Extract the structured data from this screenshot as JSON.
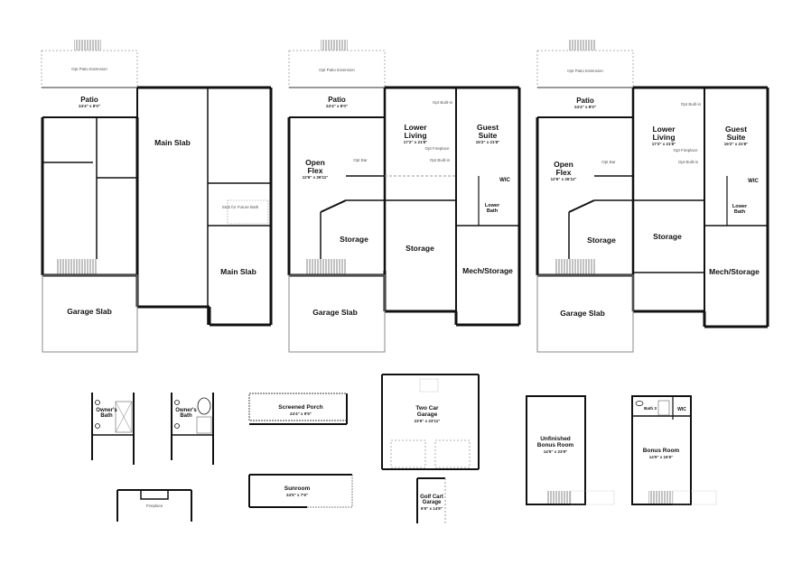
{
  "plans": {
    "plan_a": {
      "opt_patio_extension": "Opt Patio Extension",
      "patio": {
        "name": "Patio",
        "dim": "24'4\" x 8'0\""
      },
      "main_slab_upper": {
        "name": "Main Slab"
      },
      "main_slab_lower": {
        "name": "Main Slab"
      },
      "future_bath": "Stub for Future Bath",
      "garage_slab": {
        "name": "Garage Slab"
      }
    },
    "plan_b": {
      "opt_patio_extension": "Opt Patio Extension",
      "patio": {
        "name": "Patio",
        "dim": "24'4\" x 8'0\""
      },
      "lower_living": {
        "name_line1": "Lower",
        "name_line2": "Living",
        "dim": "17'2\" x 21'8\""
      },
      "guest_suite": {
        "name_line1": "Guest",
        "name_line2": "Suite",
        "dim": "15'2\" x 21'8\""
      },
      "open_flex": {
        "name_line1": "Open",
        "name_line2": "Flex",
        "dim": "12'6\" x 26'11\""
      },
      "opt_builtin_top": "Opt Built-in",
      "opt_fireplace": "Opt Fireplace",
      "opt_builtin_bottom": "Opt Built-in",
      "opt_bar": "Opt Bar",
      "wic": "WIC",
      "lower_bath": {
        "name_line1": "Lower",
        "name_line2": "Bath"
      },
      "storage_left": {
        "name": "Storage"
      },
      "storage_center": {
        "name": "Storage"
      },
      "mech_storage": {
        "name": "Mech/Storage"
      },
      "garage_slab": {
        "name": "Garage Slab"
      }
    },
    "plan_c": {
      "opt_patio_extension": "Opt Patio Extension",
      "patio": {
        "name": "Patio",
        "dim": "24'4\" x 8'0\""
      },
      "lower_living": {
        "name_line1": "Lower",
        "name_line2": "Living",
        "dim": "17'2\" x 21'8\""
      },
      "guest_suite": {
        "name_line1": "Guest",
        "name_line2": "Suite",
        "dim": "15'2\" x 21'8\""
      },
      "open_flex": {
        "name_line1": "Open",
        "name_line2": "Flex",
        "dim": "12'6\" x 26'11\""
      },
      "opt_builtin_top": "Opt Built-in",
      "opt_fireplace": "Opt Fireplace",
      "opt_builtin_bottom": "Opt Built-in",
      "opt_bar": "Opt Bar",
      "wic": "WIC",
      "lower_bath": {
        "name_line1": "Lower",
        "name_line2": "Bath"
      },
      "storage_left": {
        "name": "Storage"
      },
      "storage_center": {
        "name": "Storage"
      },
      "mech_storage": {
        "name": "Mech/Storage"
      },
      "garage_slab": {
        "name": "Garage Slab"
      }
    }
  },
  "options": {
    "owners_bath_1": {
      "name_line1": "Owner's",
      "name_line2": "Bath"
    },
    "owners_bath_2": {
      "name_line1": "Owner's",
      "name_line2": "Bath"
    },
    "fireplace": "Fireplace",
    "screened_porch": {
      "name": "Screened Porch",
      "dim": "24'4\" x 9'5\""
    },
    "sunroom": {
      "name": "Sunroom",
      "dim": "24'5\" x 7'6\""
    },
    "two_car_garage": {
      "name_line1": "Two Car",
      "name_line2": "Garage",
      "dim": "23'5\" x 23'11\""
    },
    "golf_cart_garage": {
      "name_line1": "Golf Cart",
      "name_line2": "Garage",
      "dim": "6'5\" x 14'8\""
    },
    "unfinished_bonus": {
      "name_line1": "Unfinished",
      "name_line2": "Bonus Room",
      "dim": "14'5\" x 23'9\""
    },
    "bonus_room": {
      "name": "Bonus Room",
      "dim": "14'5\" x 16'6\"",
      "bath": "Bath 3",
      "wic": "WIC"
    }
  }
}
